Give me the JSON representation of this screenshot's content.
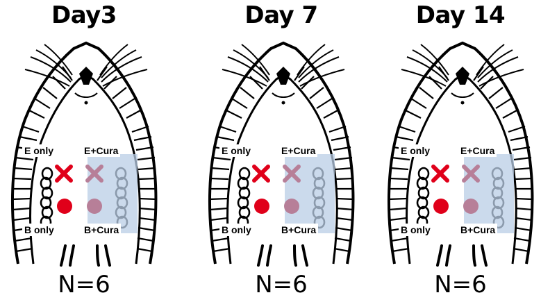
{
  "panels": [
    {
      "title": "Day3",
      "n": "N=6"
    },
    {
      "title": "Day 7",
      "n": "N=6"
    },
    {
      "title": "Day 14",
      "n": "N=6"
    }
  ],
  "labels": {
    "e_only": "E only",
    "e_cura": "E+Cura",
    "b_only": "B only",
    "b_cura": "B+Cura"
  },
  "colors": {
    "marker_red": "#e0001a",
    "marker_faded": "#b77f98",
    "cura_region": "#b9cde6"
  }
}
